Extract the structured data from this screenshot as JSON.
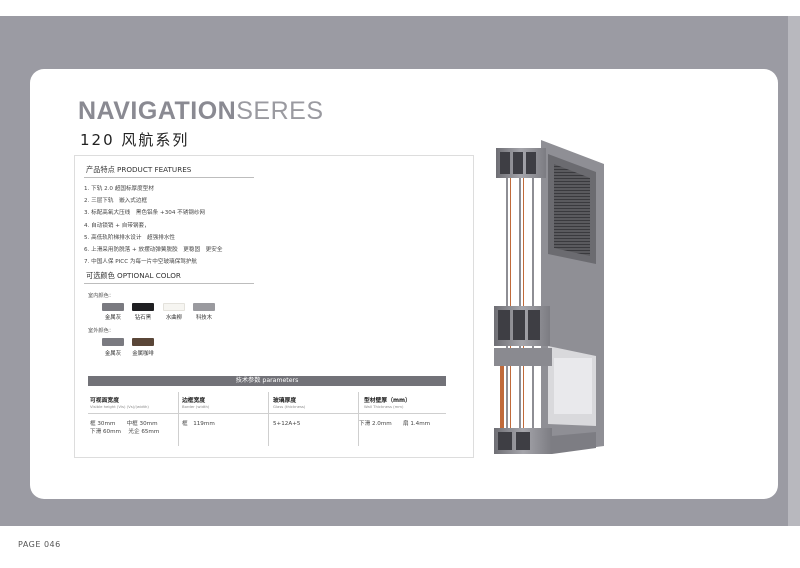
{
  "brand": {
    "bold": "NAVIGATION",
    "light": "SERES"
  },
  "series_cn": "120 风航系列",
  "features": {
    "title": "产品特点 PRODUCT FEATURES",
    "items": [
      "1. 下轨 2.0 超国标厚度型材",
      "2. 三层下轨　嵌入式边框",
      "3. 标配高氧大压线　黑色铝条 +304 不锈钢纱网",
      "4. 自动锁销 + 自带钢套，",
      "5. 高低轨阶梯排水设计　超强排水性",
      "6. 上滑采用防脱落 + 放摆动弹簧脱胶　更稳固　更安全",
      "7. 中国人保 PICC 为每一片中空玻璃保驾护航"
    ]
  },
  "colors": {
    "title": "可选颜色 OPTIONAL COLOR",
    "indoor_label": "室内颜色：",
    "indoor": [
      {
        "name": "金属灰",
        "hex": "#7a7a80"
      },
      {
        "name": "钻石黑",
        "hex": "#1f1f22"
      },
      {
        "name": "水曲柳",
        "hex": "#f6f5f1"
      },
      {
        "name": "科技木",
        "hex": "#9a9a9f"
      }
    ],
    "outdoor_label": "室外颜色：",
    "outdoor": [
      {
        "name": "金属灰",
        "hex": "#7a7a80"
      },
      {
        "name": "金属咖啡",
        "hex": "#5a4638"
      }
    ]
  },
  "params": {
    "header": "技术参数 parameters",
    "columns": [
      {
        "title": "可视面宽度",
        "sub": "Visible height (Vis) (Vs)/(width)",
        "values": [
          "框 30mm　　中框 30mm",
          "下滑 60mm　 光企 65mm"
        ]
      },
      {
        "title": "边框宽度",
        "sub": "Border (width)",
        "values": [
          "框　119mm"
        ]
      },
      {
        "title": "玻璃厚度",
        "sub": "Glass (thickness)",
        "values": [
          "5+12A+5"
        ]
      },
      {
        "title": "型材壁厚（mm）",
        "sub": "Wall Thickness (mm)",
        "values": [
          "下滑 2.0mm　　扇 1.4mm"
        ]
      }
    ]
  },
  "page_label": "PAGE 046"
}
